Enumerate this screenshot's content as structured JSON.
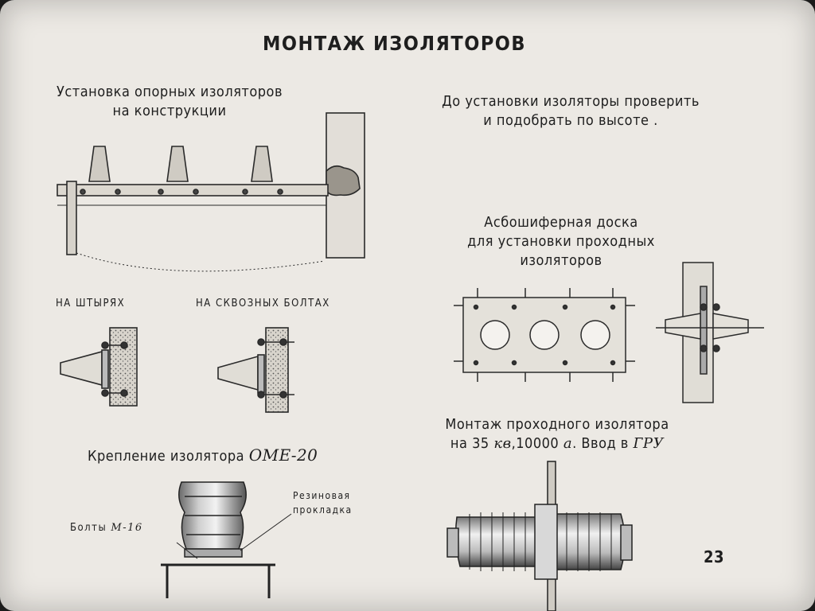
{
  "title": "МОНТАЖ ИЗОЛЯТОРОВ",
  "support_section": {
    "heading_line1": "Установка опорных изоляторов",
    "heading_line2": "на конструкции",
    "label_pins": "НА ШТЫРЯХ",
    "label_bolts": "НА СКВОЗНЫХ БОЛТАХ"
  },
  "check_note": {
    "line1": "До установки изоляторы проверить",
    "line2": "и подобрать по высоте ."
  },
  "asbestos_board": {
    "line1": "Асбошиферная доска",
    "line2": "для установки проходных",
    "line3": "изоляторов"
  },
  "fastening": {
    "text": "Крепление изолятора",
    "model": "ОМЕ-20",
    "bolts_label": "Болты",
    "bolts_size": "М-16",
    "gasket_line1": "Резиновая",
    "gasket_line2": "прокладка"
  },
  "bushing_install": {
    "line1": "Монтаж проходного изолятора",
    "prefix": "на 35",
    "unit_kv": "кв",
    "current": ",10000",
    "unit_a": "а",
    "entry": ". Ввод в",
    "gru": "ГРУ"
  },
  "page_number": "23"
}
